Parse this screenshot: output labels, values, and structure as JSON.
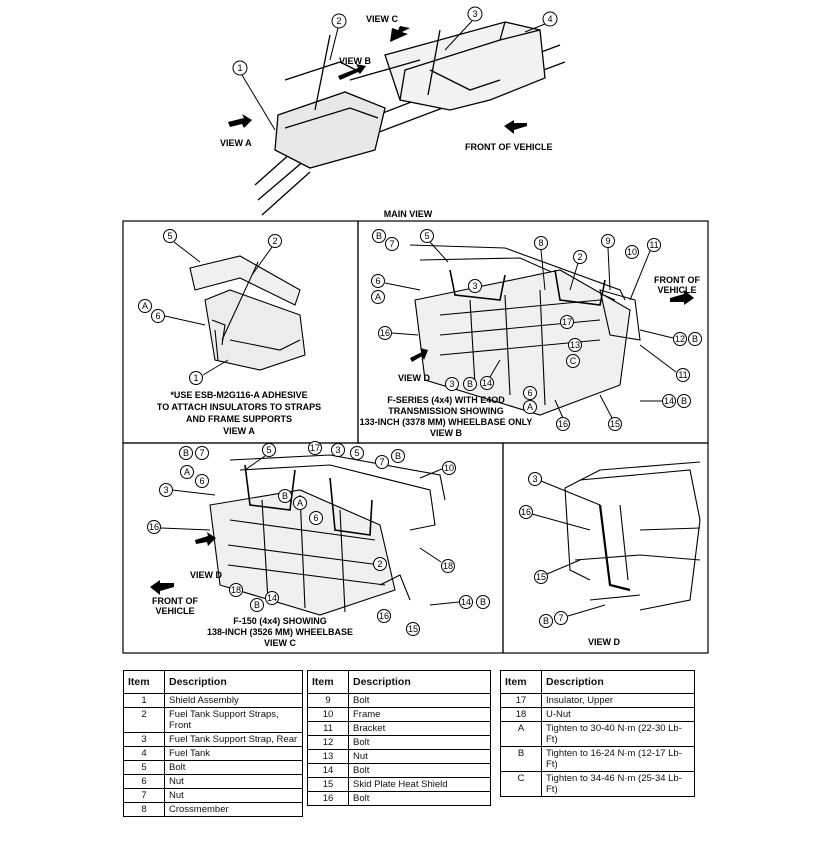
{
  "main_view": {
    "label_view_c": "VIEW C",
    "label_view_b": "VIEW B",
    "label_view_a": "VIEW A",
    "label_front": "FRONT OF VEHICLE",
    "caption": "MAIN VIEW",
    "callouts": [
      "1",
      "2",
      "3",
      "4"
    ]
  },
  "view_a": {
    "note_line1": "*USE ESB-M2G116-A ADHESIVE",
    "note_line2": "TO ATTACH INSULATORS TO STRAPS",
    "note_line3": "AND FRAME SUPPORTS",
    "caption": "VIEW A"
  },
  "view_b": {
    "front_line1": "FRONT OF",
    "front_line2": "VEHICLE",
    "label_view_d": "VIEW D",
    "caption_line1": "F-SERIES (4x4) WITH E4OD",
    "caption_line2": "TRANSMISSION SHOWING",
    "caption_line3": "133-INCH (3378 MM) WHEELBASE ONLY",
    "caption": "VIEW B"
  },
  "view_c": {
    "front_line1": "FRONT OF",
    "front_line2": "VEHICLE",
    "label_view_d": "VIEW D",
    "caption_line1": "F-150 (4x4) SHOWING",
    "caption_line2": "138-INCH (3526 MM) WHEELBASE",
    "caption": "VIEW C"
  },
  "view_d": {
    "caption": "VIEW D"
  },
  "legend": {
    "col_item": "Item",
    "col_desc": "Description",
    "table1": [
      {
        "item": "1",
        "desc": "Shield Assembly"
      },
      {
        "item": "2",
        "desc": "Fuel Tank Support Straps, Front"
      },
      {
        "item": "3",
        "desc": "Fuel Tank Support Strap, Rear"
      },
      {
        "item": "4",
        "desc": "Fuel Tank"
      },
      {
        "item": "5",
        "desc": "Bolt"
      },
      {
        "item": "6",
        "desc": "Nut"
      },
      {
        "item": "7",
        "desc": "Nut"
      },
      {
        "item": "8",
        "desc": "Crossmember"
      }
    ],
    "table2": [
      {
        "item": "9",
        "desc": "Bolt"
      },
      {
        "item": "10",
        "desc": "Frame"
      },
      {
        "item": "11",
        "desc": "Bracket"
      },
      {
        "item": "12",
        "desc": "Bolt"
      },
      {
        "item": "13",
        "desc": "Nut"
      },
      {
        "item": "14",
        "desc": "Bolt"
      },
      {
        "item": "15",
        "desc": "Skid Plate Heat Shield"
      },
      {
        "item": "16",
        "desc": "Bolt"
      }
    ],
    "table3": [
      {
        "item": "17",
        "desc": "Insulator, Upper"
      },
      {
        "item": "18",
        "desc": "U-Nut"
      },
      {
        "item": "A",
        "desc": "Tighten to 30-40 N·m (22-30 Lb-Ft)"
      },
      {
        "item": "B",
        "desc": "Tighten to 16-24 N·m (12-17 Lb-Ft)"
      },
      {
        "item": "C",
        "desc": "Tighten to 34-46 N·m (25-34 Lb-Ft)"
      }
    ]
  }
}
